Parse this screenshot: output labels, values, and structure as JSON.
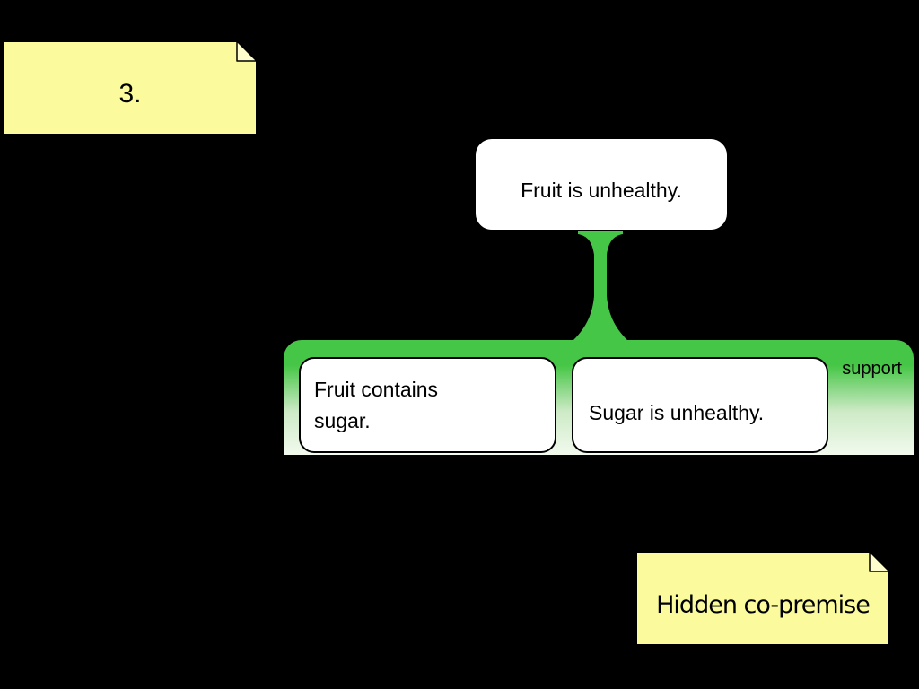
{
  "colors": {
    "background": "#000000",
    "note_yellow": "#FBFB9E",
    "note_fold": "#FDFDCD",
    "support_green": "#46C646"
  },
  "sticky_notes": {
    "numbering_note": {
      "text": "3."
    },
    "annotation_note": {
      "text": "Hidden co-premise"
    }
  },
  "argument_map": {
    "conclusion": {
      "text": "Fruit is unhealthy."
    },
    "support_group": {
      "label": "support",
      "premises": [
        {
          "text": "Fruit contains sugar."
        },
        {
          "text": "Sugar is unhealthy."
        }
      ]
    }
  }
}
